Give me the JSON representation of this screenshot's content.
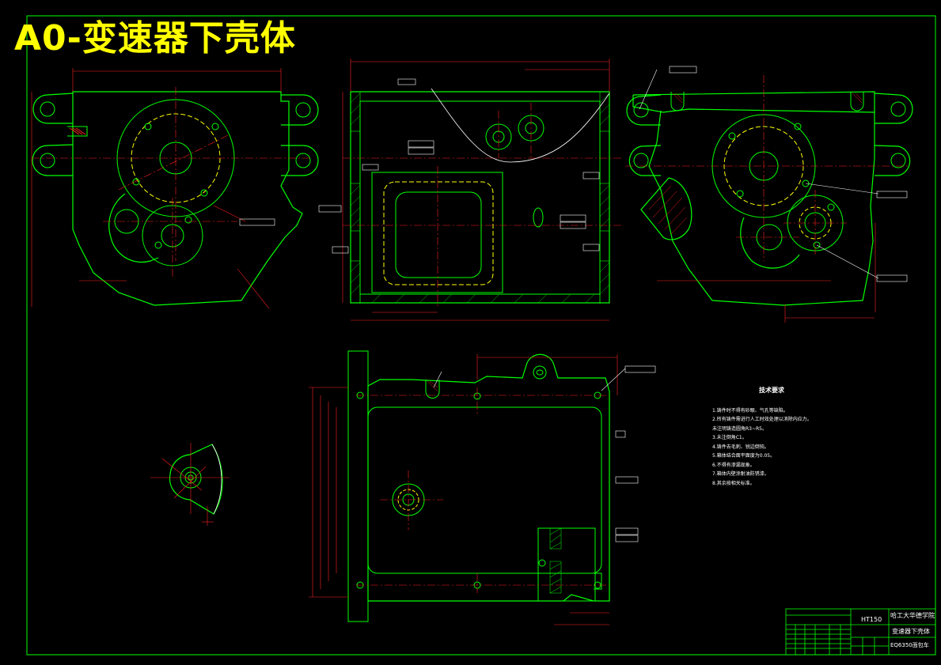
{
  "drawing": {
    "title": "A0-变速器下壳体",
    "colors": {
      "background": "#000000",
      "outline": "#00ff00",
      "dimension": "#ff2020",
      "centerline": "#ff2020",
      "annotation": "#ffffff",
      "hidden": "#ffff00",
      "title": "#ffff00",
      "accent_cyan": "#00ffff",
      "accent_magenta": "#ff00ff"
    }
  },
  "tech_requirements": {
    "heading": "技术要求",
    "items": [
      "1.铸件时不得有砂眼、气孔等缺陷。",
      "2.所有铸件需进行人工时效处理以消除内应力。",
      "未注明铸造圆角R3~R5。",
      "3.未注倒角C1。",
      "4.铸件去毛刺、锐边倒钝。",
      "5.箱体结合面平面度为0.05。",
      "6.不得有渗漏现象。",
      "7.箱体内壁涂耐油防锈漆。",
      "8.其余按相关标准。"
    ]
  },
  "title_block": {
    "material": "HT150",
    "school": "哈工大华德学院",
    "part_name": "变速器下壳体",
    "drawing_no": "EQ6350面包车"
  }
}
